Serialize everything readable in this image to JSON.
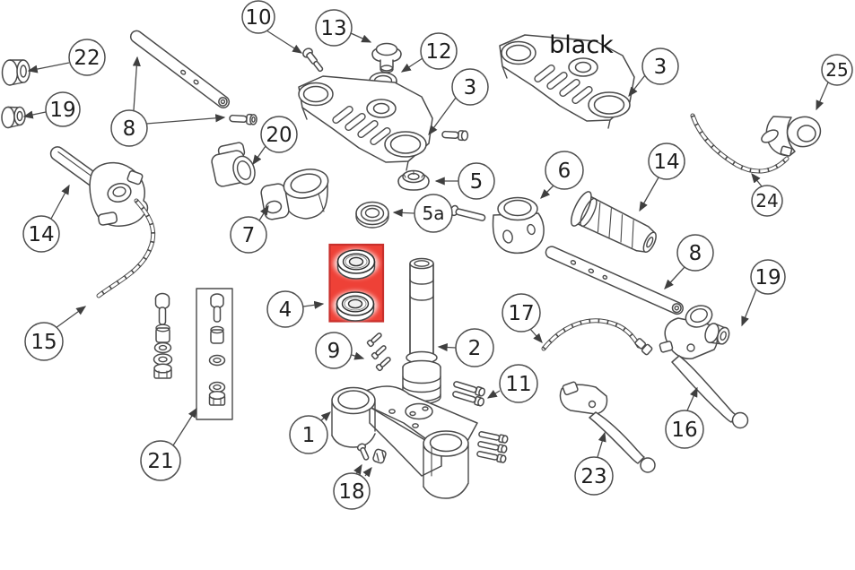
{
  "figure": {
    "type": "exploded-parts-diagram",
    "subject": "Motorcycle handlebar and triple clamp assembly",
    "background_color": "#ffffff",
    "line_color": "#4a4a4a",
    "highlight_box": {
      "part": "4",
      "fill": "#ee4137",
      "border": "#c9302c"
    },
    "labels": {
      "finish_note": "black"
    },
    "callouts": [
      {
        "part": "22"
      },
      {
        "part": "19"
      },
      {
        "part": "8"
      },
      {
        "part": "10"
      },
      {
        "part": "13"
      },
      {
        "part": "12"
      },
      {
        "part": "3"
      },
      {
        "part": "3"
      },
      {
        "part": "25"
      },
      {
        "part": "20"
      },
      {
        "part": "24"
      },
      {
        "part": "5"
      },
      {
        "part": "6"
      },
      {
        "part": "14"
      },
      {
        "part": "5a"
      },
      {
        "part": "7"
      },
      {
        "part": "14"
      },
      {
        "part": "4"
      },
      {
        "part": "2"
      },
      {
        "part": "9"
      },
      {
        "part": "8"
      },
      {
        "part": "17"
      },
      {
        "part": "19"
      },
      {
        "part": "15"
      },
      {
        "part": "21"
      },
      {
        "part": "1"
      },
      {
        "part": "11"
      },
      {
        "part": "16"
      },
      {
        "part": "18"
      },
      {
        "part": "23"
      }
    ]
  }
}
